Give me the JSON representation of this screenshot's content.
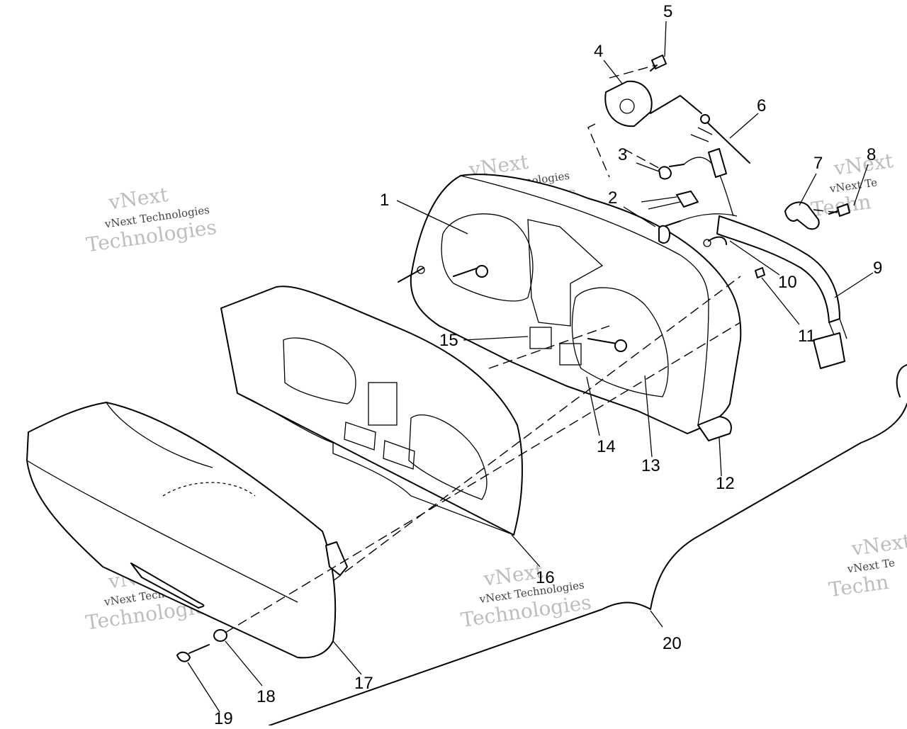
{
  "watermark": {
    "line_small": "vNext Technologies",
    "line_top": "vNext",
    "line_bottom": "Technologies",
    "partial_small": "vNext Te",
    "partial_top": "vNext",
    "partial_bottom": "Techn"
  },
  "callouts": [
    {
      "id": "1",
      "label": "1"
    },
    {
      "id": "2",
      "label": "2"
    },
    {
      "id": "3",
      "label": "3"
    },
    {
      "id": "4",
      "label": "4"
    },
    {
      "id": "5",
      "label": "5"
    },
    {
      "id": "6",
      "label": "6"
    },
    {
      "id": "7",
      "label": "7"
    },
    {
      "id": "8",
      "label": "8"
    },
    {
      "id": "9",
      "label": "9"
    },
    {
      "id": "10",
      "label": "10"
    },
    {
      "id": "11",
      "label": "11"
    },
    {
      "id": "12",
      "label": "12"
    },
    {
      "id": "13",
      "label": "13"
    },
    {
      "id": "14",
      "label": "14"
    },
    {
      "id": "15",
      "label": "15"
    },
    {
      "id": "16",
      "label": "16"
    },
    {
      "id": "17",
      "label": "17"
    },
    {
      "id": "18",
      "label": "18"
    },
    {
      "id": "19",
      "label": "19"
    },
    {
      "id": "20",
      "label": "20"
    }
  ]
}
